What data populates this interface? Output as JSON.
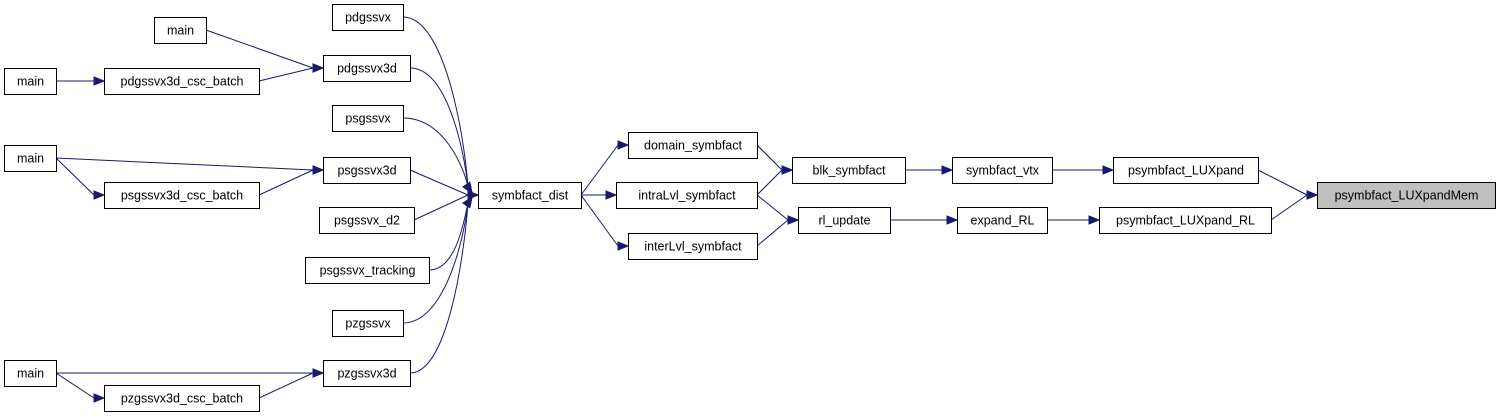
{
  "graph": {
    "title": "",
    "nodes": {
      "target": {
        "label": "psymbfact_LUXpandMem"
      },
      "lux": {
        "label": "psymbfact_LUXpand"
      },
      "luxrl": {
        "label": "psymbfact_LUXpand_RL"
      },
      "vtx": {
        "label": "symbfact_vtx"
      },
      "expand": {
        "label": "expand_RL"
      },
      "blk": {
        "label": "blk_symbfact"
      },
      "rlup": {
        "label": "rl_update"
      },
      "domain": {
        "label": "domain_symbfact"
      },
      "intra": {
        "label": "intraLvl_symbfact"
      },
      "inter": {
        "label": "interLvl_symbfact"
      },
      "sdist": {
        "label": "symbfact_dist"
      },
      "pdgssvx": {
        "label": "pdgssvx"
      },
      "pdgssvx3d": {
        "label": "pdgssvx3d"
      },
      "psgssvx": {
        "label": "psgssvx"
      },
      "psgssvx3d": {
        "label": "psgssvx3d"
      },
      "psgssvx_d2": {
        "label": "psgssvx_d2"
      },
      "psgssvx_tracking": {
        "label": "psgssvx_tracking"
      },
      "pzgssvx": {
        "label": "pzgssvx"
      },
      "pzgssvx3d": {
        "label": "pzgssvx3d"
      },
      "main_a": {
        "label": "main"
      },
      "pdbatch": {
        "label": "pdgssvx3d_csc_batch"
      },
      "main_b": {
        "label": "main"
      },
      "psbatch": {
        "label": "psgssvx3d_csc_batch"
      },
      "main_c": {
        "label": "main"
      },
      "pzbatch": {
        "label": "pzgssvx3d_csc_batch"
      },
      "main_d": {
        "label": "main"
      },
      "main_e": {
        "label": "main"
      }
    },
    "edge_color": "#191970",
    "current_node_color": "#bfbfbf",
    "edges": [
      [
        "lux",
        "target"
      ],
      [
        "luxrl",
        "target"
      ],
      [
        "vtx",
        "lux"
      ],
      [
        "expand",
        "luxrl"
      ],
      [
        "blk",
        "vtx"
      ],
      [
        "rlup",
        "expand"
      ],
      [
        "domain",
        "blk"
      ],
      [
        "intra",
        "blk"
      ],
      [
        "intra",
        "rlup"
      ],
      [
        "inter",
        "rlup"
      ],
      [
        "sdist",
        "domain"
      ],
      [
        "sdist",
        "intra"
      ],
      [
        "sdist",
        "inter"
      ],
      [
        "pdgssvx",
        "sdist"
      ],
      [
        "pdgssvx3d",
        "sdist"
      ],
      [
        "psgssvx",
        "sdist"
      ],
      [
        "psgssvx3d",
        "sdist"
      ],
      [
        "psgssvx_d2",
        "sdist"
      ],
      [
        "psgssvx_tracking",
        "sdist"
      ],
      [
        "pzgssvx",
        "sdist"
      ],
      [
        "pzgssvx3d",
        "sdist"
      ],
      [
        "main_a",
        "pdgssvx3d"
      ],
      [
        "pdbatch",
        "pdgssvx3d"
      ],
      [
        "main_b",
        "pdbatch"
      ],
      [
        "main_c",
        "psgssvx3d"
      ],
      [
        "psbatch",
        "psgssvx3d"
      ],
      [
        "main_c",
        "psbatch"
      ],
      [
        "main_e",
        "pzgssvx3d"
      ],
      [
        "pzbatch",
        "pzgssvx3d"
      ],
      [
        "main_e",
        "pzbatch"
      ]
    ]
  }
}
